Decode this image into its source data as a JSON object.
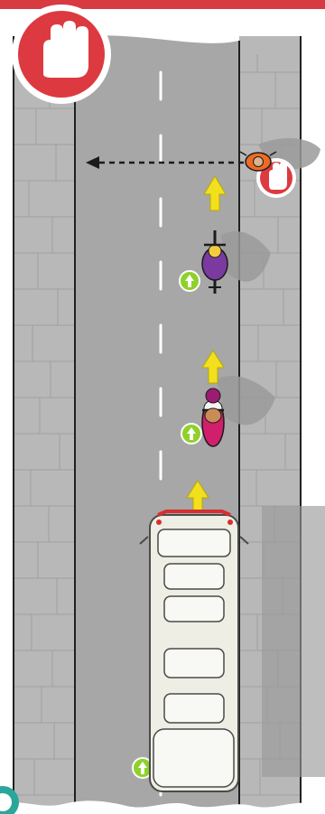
{
  "scene": {
    "colors": {
      "header_red": "#d83a42",
      "road": "#a7a7a7",
      "sidewalk": "#b8b8b8",
      "brick_lines": "#8e8e8e",
      "lane_line": "#ffffff",
      "yellow_arrow": "#f2e01e",
      "green_badge": "#8fd12a",
      "stop_badge": "#dc3a40",
      "bus_body": "#efeee4",
      "bus_outline": "#4a4a4a",
      "shadow": "#9a9a9a",
      "teal_badge": "#2aa79a"
    },
    "icons": {
      "big_stop": "hand-stop-icon",
      "small_stop": "hand-stop-icon",
      "go": "arrow-up-icon",
      "direction": "yellow-arrow-icon",
      "path": "dashed-arrow-left-icon"
    },
    "elements": {
      "pedestrian": "pedestrian-orange",
      "cyclist": "cyclist-purple",
      "motorcyclist": "motorcyclist-pink",
      "bus": "bus-cream"
    }
  }
}
